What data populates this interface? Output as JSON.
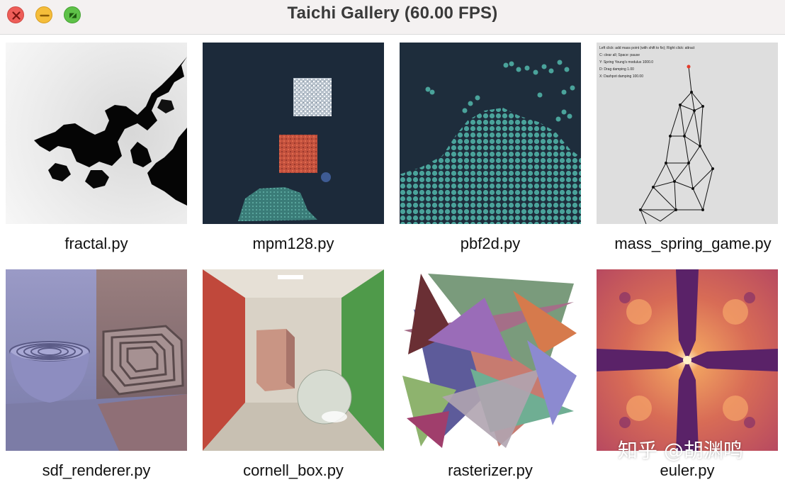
{
  "window": {
    "title": "Taichi Gallery (60.00 FPS)"
  },
  "gallery": {
    "items": [
      {
        "label": "fractal.py"
      },
      {
        "label": "mpm128.py"
      },
      {
        "label": "pbf2d.py"
      },
      {
        "label": "mass_spring_game.py",
        "overlay_lines": [
          "Left click: add mass point (with shift to fix); Right click: attract",
          "C: clear all; Space: pause",
          "Y: Spring Young's modulus 1000.0",
          "D: Drag damping 1.00",
          "X: Dashpot damping 100.00"
        ]
      },
      {
        "label": "sdf_renderer.py"
      },
      {
        "label": "cornell_box.py"
      },
      {
        "label": "rasterizer.py"
      },
      {
        "label": "euler.py"
      }
    ]
  },
  "watermark": "知乎 @胡渊鸣",
  "colors": {
    "close": "#ee5d58",
    "minimize": "#f5bd3a",
    "zoom": "#5ec148",
    "mpm_bg": "#1c2a3a",
    "pbf_particle": "#4aa39b"
  },
  "icons": [
    "close-icon",
    "minimize-icon",
    "zoom-icon"
  ]
}
